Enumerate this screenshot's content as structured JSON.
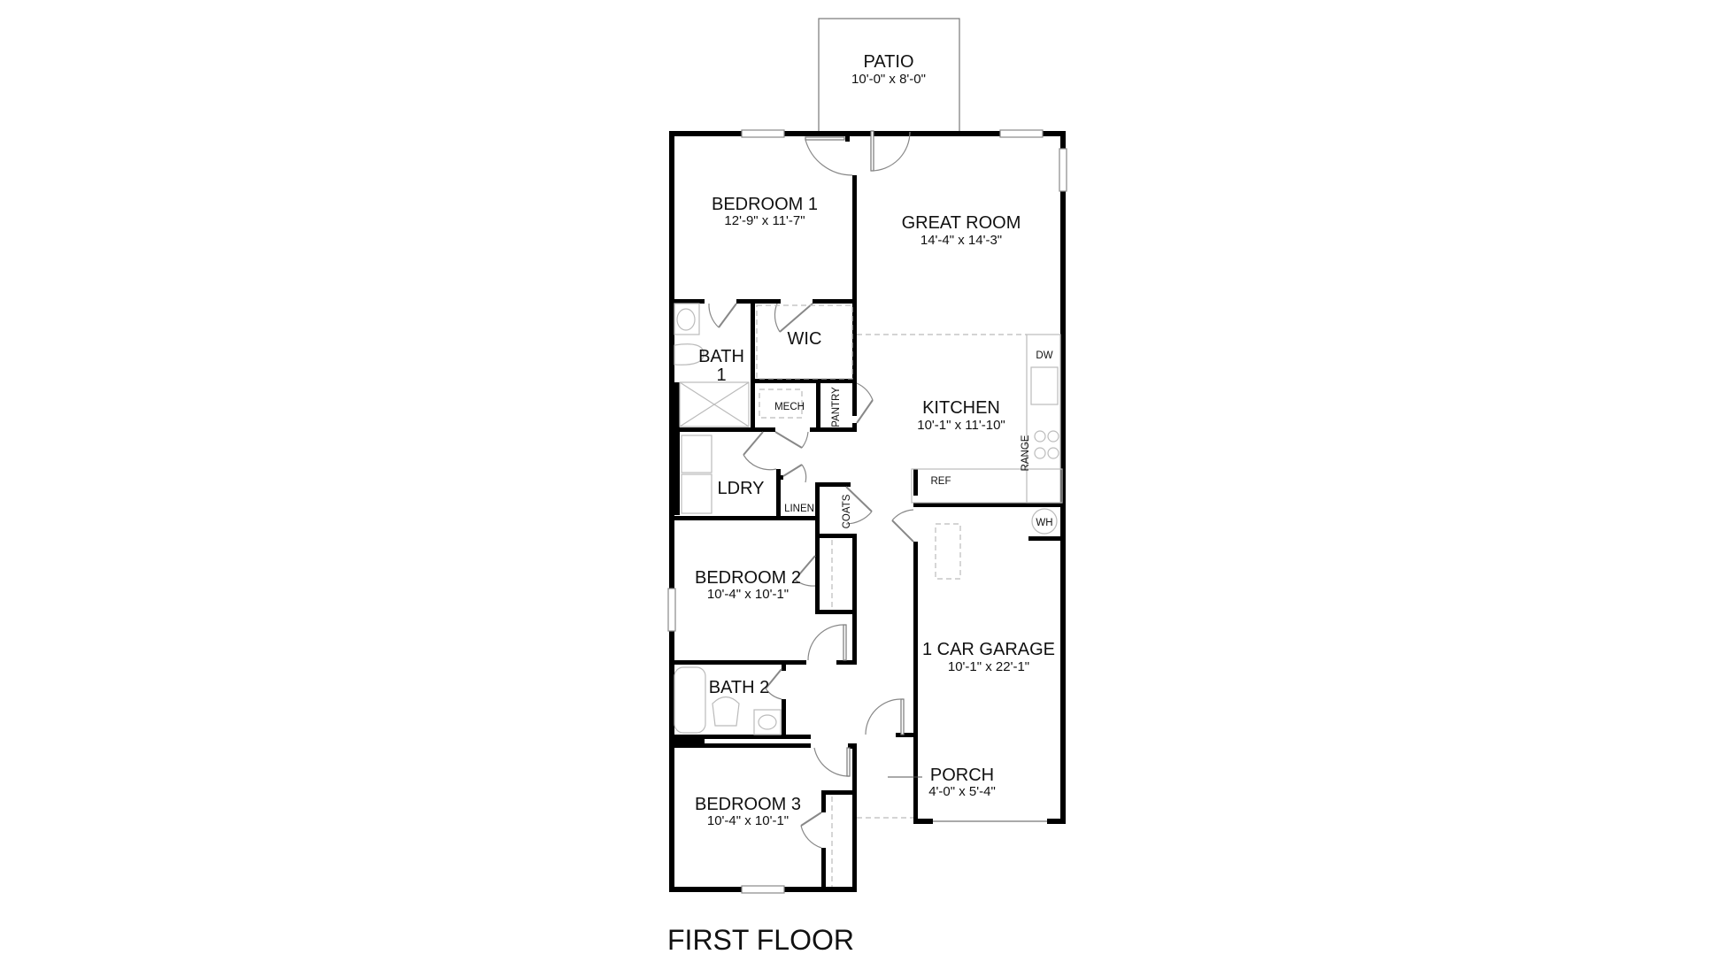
{
  "title": "FIRST FLOOR",
  "colors": {
    "wall": "#000000",
    "fixture_line": "#bbbbbb",
    "background": "#ffffff",
    "text": "#111111"
  },
  "rooms": {
    "patio": {
      "name": "PATIO",
      "dims": "10'-0\" x 8'-0\""
    },
    "bedroom1": {
      "name": "BEDROOM 1",
      "dims": "12'-9\" x 11'-7\""
    },
    "great_room": {
      "name": "GREAT ROOM",
      "dims": "14'-4\" x 14'-3\""
    },
    "bath1": {
      "name_line1": "BATH",
      "name_line2": "1"
    },
    "wic": {
      "name": "WIC"
    },
    "mech": {
      "name": "MECH"
    },
    "pantry": {
      "name": "PANTRY"
    },
    "kitchen": {
      "name": "KITCHEN",
      "dims": "10'-1\" x 11'-10\""
    },
    "laundry": {
      "name": "LDRY"
    },
    "linen": {
      "name": "LINEN"
    },
    "coats": {
      "name": "COATS"
    },
    "bedroom2": {
      "name": "BEDROOM 2",
      "dims": "10'-4\" x 10'-1\""
    },
    "bath2": {
      "name": "BATH 2"
    },
    "garage": {
      "name": "1 CAR GARAGE",
      "dims": "10'-1\" x 22'-1\""
    },
    "porch": {
      "name": "PORCH",
      "dims": "4'-0\" x 5'-4\""
    },
    "bedroom3": {
      "name": "BEDROOM 3",
      "dims": "10'-4\" x 10'-1\""
    }
  },
  "appliances": {
    "dishwasher": "DW",
    "range": "RANGE",
    "refrigerator": "REF",
    "water_heater": "WH"
  }
}
